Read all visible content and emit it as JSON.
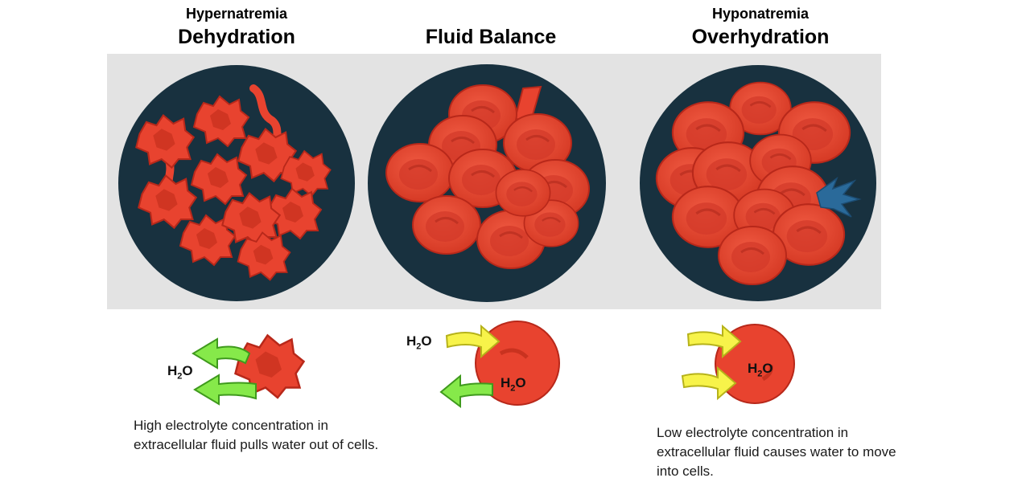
{
  "columns": [
    {
      "subtitle": "Hypernatremia",
      "title": "Dehydration"
    },
    {
      "subtitle": "",
      "title": "Fluid Balance"
    },
    {
      "subtitle": "Hyponatremia",
      "title": "Overhydration"
    }
  ],
  "labels": {
    "h2o_main": "H",
    "h2o_sub": "2",
    "h2o_tail": "O"
  },
  "captions": {
    "dehydration": "High electrolyte concentration in extracellular fluid pulls water out of cells.",
    "overhydration": "Low electrolyte concentration in extracellular fluid causes water to move into cells."
  },
  "colors": {
    "panel": "#e3e3e3",
    "circle": "#18313f",
    "cell": "#e8432f",
    "cell_dark": "#c9321f",
    "out_arrow": "#86e94a",
    "in_arrow": "#f7f34a",
    "burst": "#2a6a9a"
  }
}
